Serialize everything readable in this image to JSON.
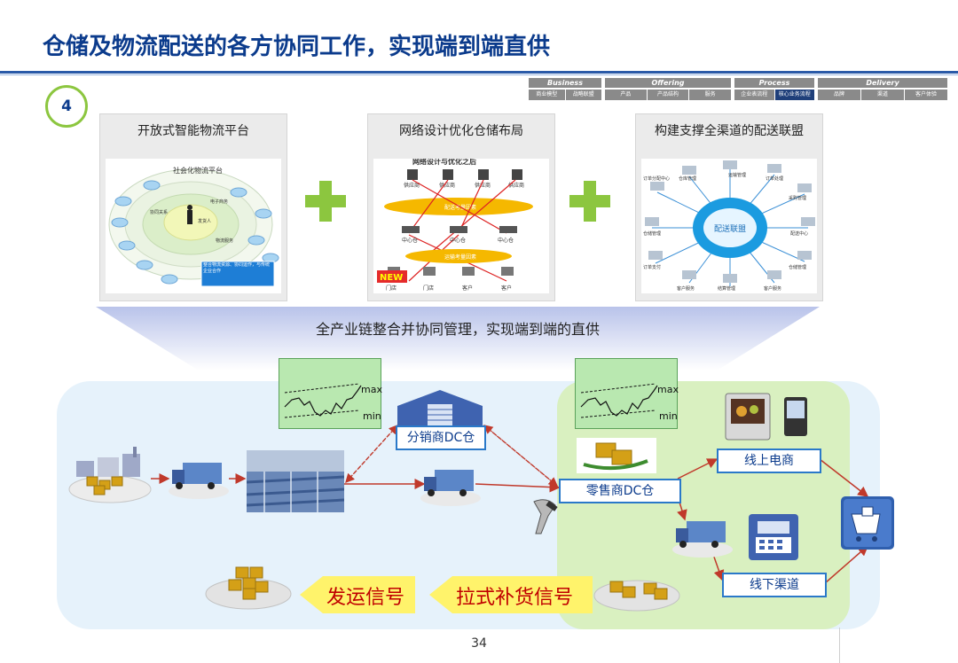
{
  "slide": {
    "title": "仓储及物流配送的各方协同工作，实现端到端直供",
    "step_number": "4",
    "page_number": "34"
  },
  "nav": {
    "groups": [
      {
        "label": "Business",
        "items": [
          "商业模型",
          "战略联盟"
        ],
        "active": -1
      },
      {
        "label": "Offering",
        "items": [
          "产品",
          "产品结构",
          "服务"
        ],
        "active": -1
      },
      {
        "label": "Process",
        "items": [
          "企业表流程",
          "核心业务流程"
        ],
        "active": 1
      },
      {
        "label": "Delivery",
        "items": [
          "品牌",
          "渠道",
          "客户体验"
        ],
        "active": -1
      }
    ]
  },
  "panels": [
    {
      "title": "开放式智能物流平台",
      "center": "社会化物流平台",
      "inner_texts": [
        "发货人",
        "协同关系",
        "电子商务",
        "物流服务"
      ],
      "callout": "整合物流资源、协同运作，与传统企业合作"
    },
    {
      "title": "网络设计优化仓储布局",
      "heading": "网络设计与优化之后",
      "labels": [
        "供应商",
        "供应商",
        "供应商",
        "供应商",
        "中心仓",
        "中心仓",
        "中心仓",
        "门店",
        "门店",
        "客户",
        "客户"
      ],
      "bands": [
        "配送考量因素",
        "运输考量因素"
      ],
      "stamp": "NEW"
    },
    {
      "title": "构建支撑全渠道的配送联盟",
      "center": "配送联盟",
      "nodes": [
        "订单分配中心",
        "仓库管理",
        "运输管理",
        "订单处理",
        "采购管理",
        "配送中心",
        "仓储管理",
        "客户服务",
        "结算管理",
        "客户服务",
        "订单支付",
        "仓储管理"
      ]
    }
  ],
  "band_label": "全产业链整合并协同管理，实现端到端的直供",
  "flow": {
    "mini_chart_max": "max",
    "mini_chart_min": "min",
    "distributor_dc": "分销商DC仓",
    "retailer_dc": "零售商DC仓",
    "online": "线上电商",
    "offline": "线下渠道",
    "signal_ship": "发运信号",
    "signal_pull": "拉式补货信号"
  },
  "colors": {
    "title": "#0b3b8c",
    "accent_green": "#8cc63f",
    "arrow_red": "#c0392b",
    "box_border": "#2a79c9",
    "signal_text": "#c00000",
    "signal_arrow": "#fff36b"
  }
}
